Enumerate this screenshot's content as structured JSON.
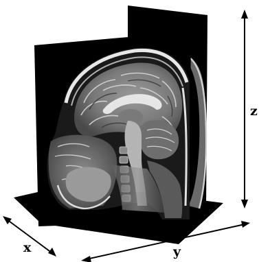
{
  "figure": {
    "axes": {
      "x": "x",
      "y": "y",
      "z": "z"
    },
    "colors": {
      "background": "#ffffff",
      "slice": "#000000",
      "tissue_light": "#d8d8d8",
      "tissue_mid": "#8a8a8a",
      "tissue_dark": "#3a3a3a",
      "arrow": "#000000"
    },
    "content": "orthogonal-mri-slices-head-sagittal"
  }
}
